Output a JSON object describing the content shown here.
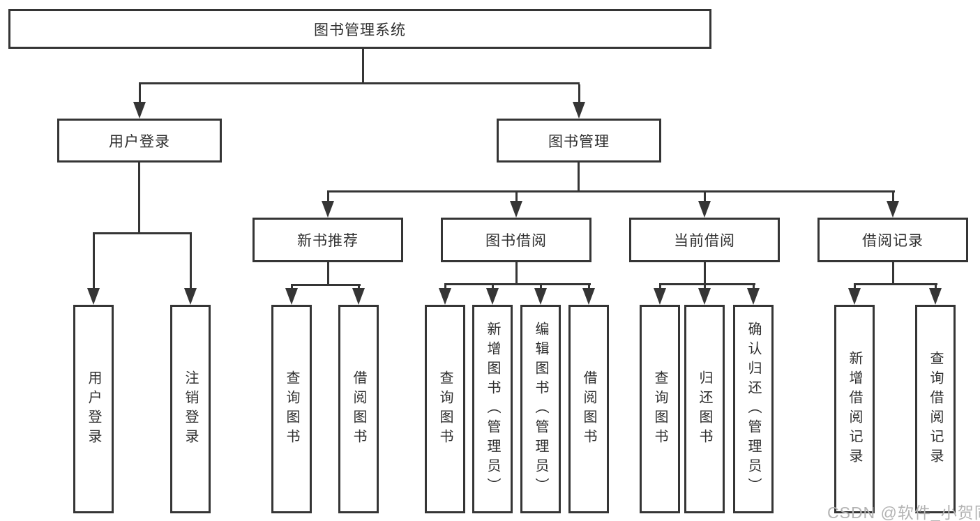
{
  "diagram": {
    "root": {
      "label": "图书管理系统"
    },
    "branches": [
      {
        "label": "用户登录",
        "children": [
          {
            "label": "用户登录"
          },
          {
            "label": "注销登录"
          }
        ]
      },
      {
        "label": "图书管理",
        "children": [
          {
            "label": "新书推荐",
            "children": [
              {
                "label": "查询图书"
              },
              {
                "label": "借阅图书"
              }
            ]
          },
          {
            "label": "图书借阅",
            "children": [
              {
                "label": "查询图书"
              },
              {
                "label": "新增图书（管理员）"
              },
              {
                "label": "编辑图书（管理员）"
              },
              {
                "label": "借阅图书"
              }
            ]
          },
          {
            "label": "当前借阅",
            "children": [
              {
                "label": "查询图书"
              },
              {
                "label": "归还图书"
              },
              {
                "label": "确认归还（管理员）"
              }
            ]
          },
          {
            "label": "借阅记录",
            "children": [
              {
                "label": "新增借阅记录"
              },
              {
                "label": "查询借阅记录"
              }
            ]
          }
        ]
      }
    ]
  },
  "watermark": {
    "text": "CSDN @软件_小贺同学"
  },
  "colors": {
    "line": "#353535",
    "text": "#2f2f2f",
    "watermark": "#b3b3b3",
    "background": "#ffffff"
  }
}
